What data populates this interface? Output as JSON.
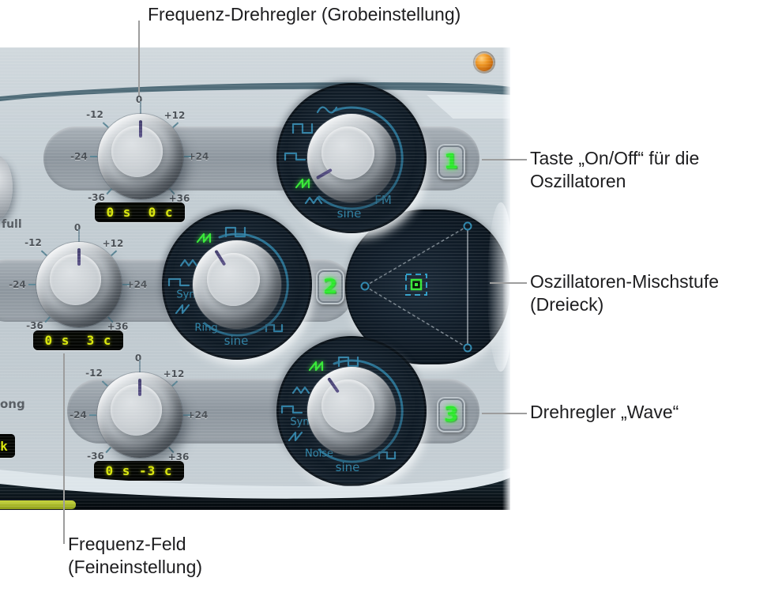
{
  "annotations": {
    "freq_knob": "Frequenz-Drehregler (Grobeinstellung)",
    "on_off_1": "Taste „On/Off“ für die",
    "on_off_2": "Oszillatoren",
    "mix_1": "Oszillatoren-Mischstufe",
    "mix_2": "(Dreieck)",
    "wave": "Drehregler „Wave“",
    "freq_field_1": "Frequenz-Feld",
    "freq_field_2": "(Feineinstellung)"
  },
  "scale": [
    "0",
    "-12",
    "+12",
    "-24",
    "+24",
    "-36",
    "+36"
  ],
  "osc1": {
    "button": "1",
    "display": "0 s  0 c",
    "labels": {
      "sine": "sine",
      "fm": "FM"
    }
  },
  "osc2": {
    "button": "2",
    "display": "0 s  3 c",
    "labels": {
      "sync": "Sync",
      "ring": "Ring",
      "sine": "sine"
    }
  },
  "osc3": {
    "button": "3",
    "display": "0 s -3 c",
    "labels": {
      "sync": "Sync",
      "noise": "Noise",
      "sine": "sine"
    }
  },
  "partials": {
    "full": "full",
    "ong": "ong",
    "k": "k"
  },
  "colors": {
    "selected_wave_green": "#35e835",
    "icon_teal": "#2f86aa",
    "display_text": "#d9e70b",
    "led_orange": "#e8821a",
    "panel": "#c3cdd3"
  }
}
